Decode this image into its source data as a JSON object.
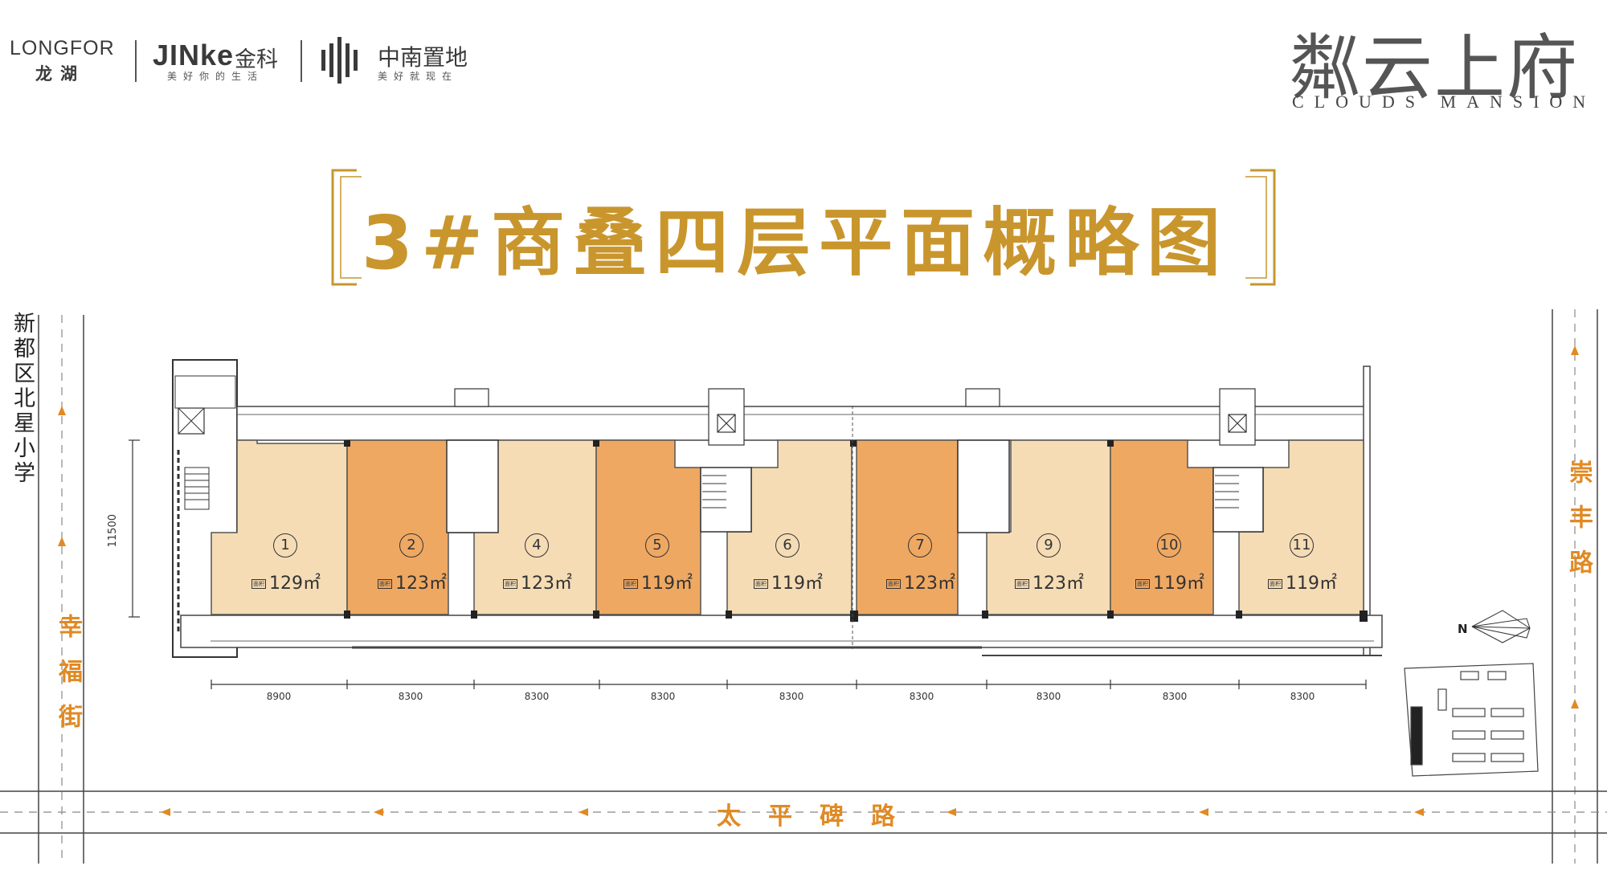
{
  "logos": {
    "longfor_en": "LONGFOR",
    "longfor_cn": "龙湖",
    "jinke_en": "JINke",
    "jinke_cn": "金科",
    "jinke_slogan": "美好你的生活",
    "zhongnan_cn": "中南置地",
    "zhongnan_slogan": "美好就现在"
  },
  "brand": {
    "name_cn": "粼云上府",
    "name_en": "CLOUDS   MANSION"
  },
  "title": "3#商叠四层平面概略图",
  "roads": {
    "left": "幸福街",
    "right": "崇丰路",
    "bottom": "太平碑路",
    "school": "新都区北星小学"
  },
  "overall_depth": "11500",
  "units": [
    {
      "num": "1",
      "area": "129㎡",
      "tag": "面积",
      "color": "#f5dcb5"
    },
    {
      "num": "2",
      "area": "123㎡",
      "tag": "面积",
      "color": "#efa862"
    },
    {
      "num": "4",
      "area": "123㎡",
      "tag": "面积",
      "color": "#f5dcb5"
    },
    {
      "num": "5",
      "area": "119㎡",
      "tag": "面积",
      "color": "#efa862"
    },
    {
      "num": "6",
      "area": "119㎡",
      "tag": "面积",
      "color": "#f5dcb5"
    },
    {
      "num": "7",
      "area": "123㎡",
      "tag": "面积",
      "color": "#efa862"
    },
    {
      "num": "9",
      "area": "123㎡",
      "tag": "面积",
      "color": "#f5dcb5"
    },
    {
      "num": "10",
      "area": "119㎡",
      "tag": "面积",
      "color": "#efa862"
    },
    {
      "num": "11",
      "area": "119㎡",
      "tag": "面积",
      "color": "#f5dcb5"
    }
  ],
  "bay_widths": [
    "8900",
    "8300",
    "8300",
    "8300",
    "8300",
    "8300",
    "8300",
    "8300",
    "8300"
  ],
  "compass": "N",
  "colors": {
    "title_gold": "#c9962d",
    "road_orange": "#e08a24",
    "unit_light": "#f5dcb5",
    "unit_dark": "#efa862"
  }
}
